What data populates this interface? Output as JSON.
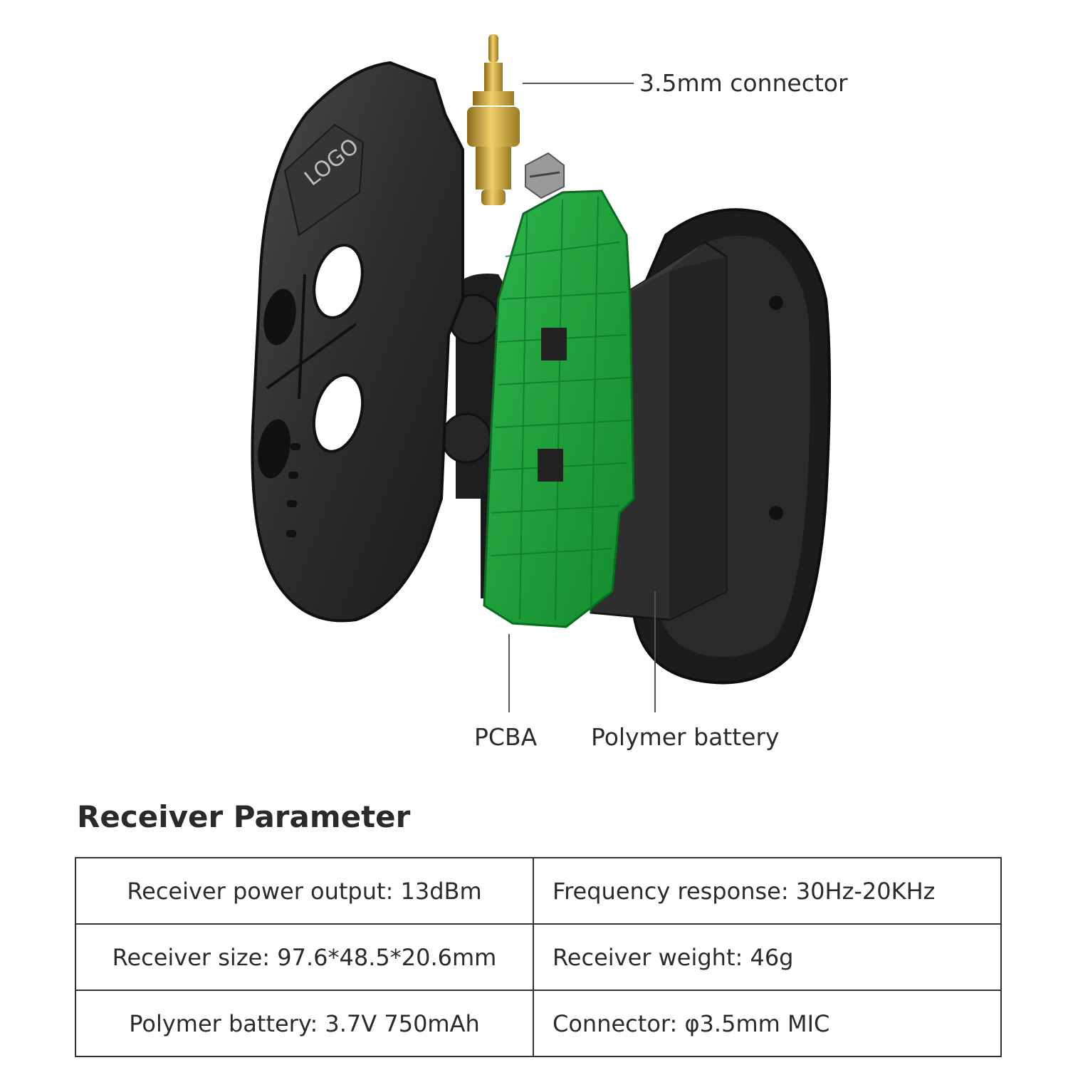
{
  "diagram": {
    "cover_logo_text": "LOGO",
    "labels": {
      "connector": "3.5mm connector",
      "pcba": "PCBA",
      "battery": "Polymer battery"
    },
    "colors": {
      "shell": "#2a2a2a",
      "pcb": "#1f9e3a",
      "brass": "#c9a23a",
      "line": "#555555"
    }
  },
  "section": {
    "title": "Receiver Parameter"
  },
  "params": {
    "rows": [
      [
        "Receiver power output: 13dBm",
        "Frequency response: 30Hz-20KHz"
      ],
      [
        "Receiver size: 97.6*48.5*20.6mm",
        "Receiver weight: 46g"
      ],
      [
        "Polymer battery: 3.7V 750mAh",
        "Connector: φ3.5mm MIC"
      ]
    ]
  }
}
